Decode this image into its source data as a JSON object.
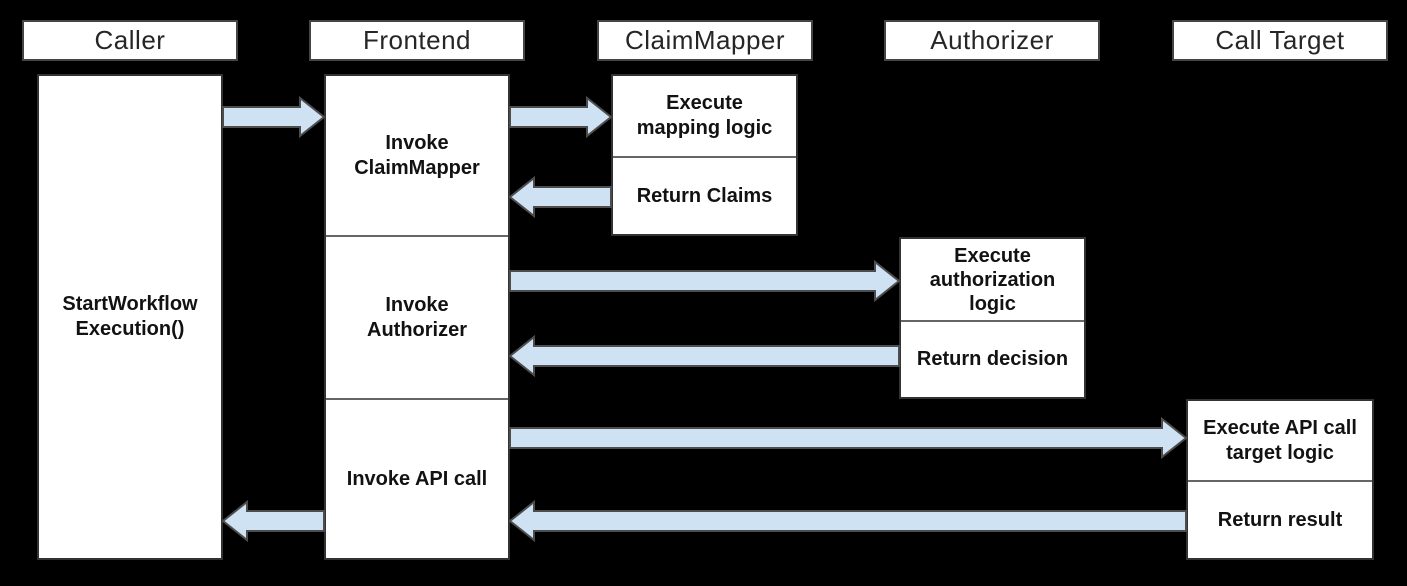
{
  "diagram": {
    "type": "sequence-diagram",
    "colors": {
      "background": "#000000",
      "box_fill": "#ffffff",
      "box_border": "#333333",
      "header_border": "#454545",
      "divider": "#666666",
      "arrow_fill": "#cfe2f3",
      "arrow_stroke": "#4d4d4d",
      "text": "#121212"
    },
    "actors": [
      {
        "label": "Caller"
      },
      {
        "label": "Frontend"
      },
      {
        "label": "ClaimMapper"
      },
      {
        "label": "Authorizer"
      },
      {
        "label": "Call Target"
      }
    ],
    "activations": {
      "caller": {
        "segments": [
          {
            "label": "StartWorkflow\nExecution()"
          }
        ]
      },
      "frontend": {
        "segments": [
          {
            "label": "Invoke\nClaimMapper"
          },
          {
            "label": "Invoke\nAuthorizer"
          },
          {
            "label": "Invoke API call"
          }
        ]
      },
      "claimmapper": {
        "segments": [
          {
            "label": "Execute\nmapping logic"
          },
          {
            "label": "Return Claims"
          }
        ]
      },
      "authorizer": {
        "segments": [
          {
            "label": "Execute\nauthorization\nlogic"
          },
          {
            "label": "Return decision"
          }
        ]
      },
      "calltarget": {
        "segments": [
          {
            "label": "Execute API call\ntarget logic"
          },
          {
            "label": "Return result"
          }
        ]
      }
    },
    "messages": [
      {
        "from": "Caller",
        "to": "Frontend",
        "direction": "right"
      },
      {
        "from": "Frontend",
        "to": "ClaimMapper",
        "direction": "right"
      },
      {
        "from": "ClaimMapper",
        "to": "Frontend",
        "direction": "left"
      },
      {
        "from": "Frontend",
        "to": "Authorizer",
        "direction": "right"
      },
      {
        "from": "Authorizer",
        "to": "Frontend",
        "direction": "left"
      },
      {
        "from": "Frontend",
        "to": "Call Target",
        "direction": "right"
      },
      {
        "from": "Call Target",
        "to": "Frontend",
        "direction": "left"
      },
      {
        "from": "Frontend",
        "to": "Caller",
        "direction": "left"
      }
    ]
  }
}
